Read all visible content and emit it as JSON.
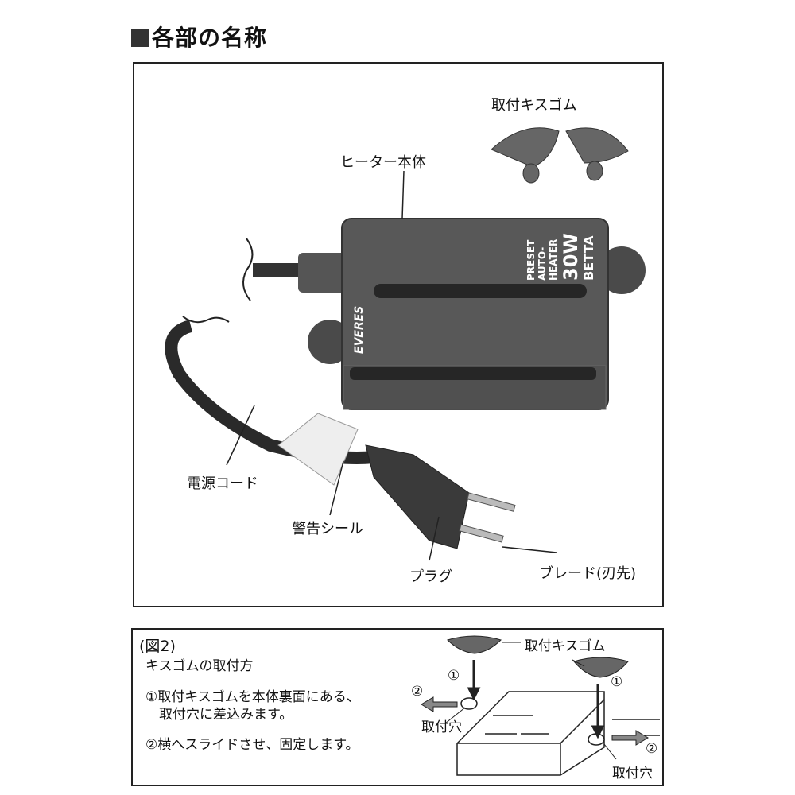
{
  "title": "各部の名称",
  "parts": {
    "suction_cups": "取付キスゴム",
    "heater_body": "ヒーター本体",
    "power_cord": "電源コード",
    "warning_seal": "警告シール",
    "plug": "プラグ",
    "blade": "ブレード(刃先)"
  },
  "product_markings": {
    "brand": "EVERES",
    "line1": "PRESET",
    "line2": "AUTO-",
    "line3": "HEATER",
    "wattage": "30W",
    "model": "BETTA"
  },
  "figure2": {
    "heading": "(図2)",
    "subheading": "キスゴムの取付方",
    "step1_line1": "①取付キスゴムを本体裏面にある、",
    "step1_line2": "取付穴に差込みます。",
    "step2": "②横へスライドさせ、固定します。",
    "label_cup": "取付キスゴム",
    "label_hole_left": "取付穴",
    "label_hole_right": "取付穴",
    "num1_left": "①",
    "num1_right": "①",
    "num2_left": "②",
    "num2_right": "②"
  }
}
